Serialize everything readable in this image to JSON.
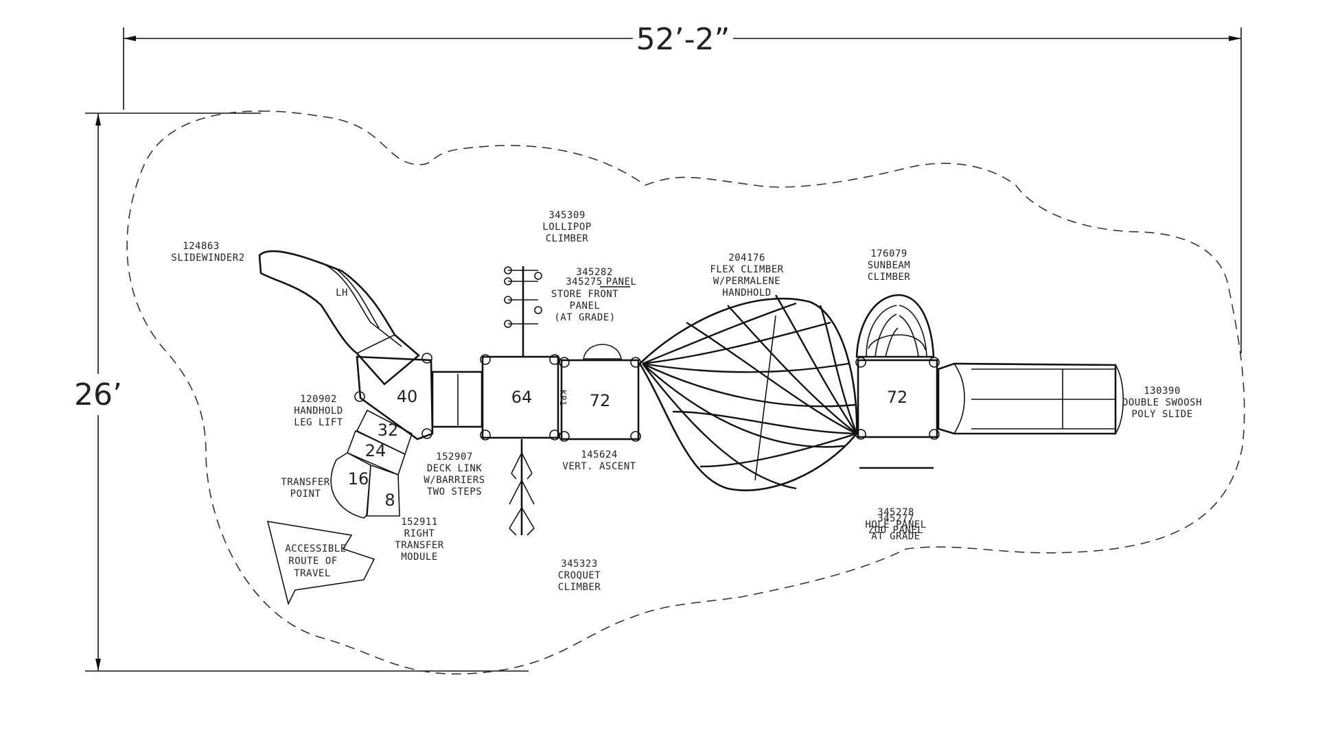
{
  "dimensions": {
    "width": "52’-2”",
    "height": "26’"
  },
  "components": [
    {
      "id": "124863",
      "name": "SLIDEWINDER2"
    },
    {
      "id": "345309",
      "name": "LOLLIPOP",
      "name2": "CLIMBER"
    },
    {
      "id": "345282",
      "name": "STORE FRONT",
      "name2": "PANEL",
      "name3": "(AT GRADE)"
    },
    {
      "id": "204176",
      "name": "FLEX CLIMBER",
      "name2": "W/PERMALENE",
      "name3": "HANDHOLD"
    },
    {
      "id": "176079",
      "name": "SUNBEAM",
      "name2": "CLIMBER"
    },
    {
      "id": "130390",
      "name": "DOUBLE SWOOSH",
      "name2": "POLY SLIDE"
    },
    {
      "id": "120902",
      "name": "HANDHOLD",
      "name2": "LEG LIFT"
    },
    {
      "id": "152907",
      "name": "DECK LINK",
      "name2": "W/BARRIERS",
      "name3": "TWO STEPS"
    },
    {
      "id": "145624",
      "name": "VERT. ASCENT"
    },
    {
      "id": "152911",
      "name": "RIGHT",
      "name2": "TRANSFER",
      "name3": "MODULE"
    },
    {
      "id": "345323",
      "name": "CROQUET",
      "name2": "CLIMBER"
    },
    {
      "id": "345278",
      "name": "HOLE PANEL",
      "name2": "AT GRADE"
    }
  ],
  "overlaps": {
    "a": "345275",
    "b": "PANEL",
    "c": "345277",
    "d": "ZOO PANEL"
  },
  "transfer_point": {
    "line1": "TRANSFER",
    "line2": "POINT"
  },
  "accessible_route": {
    "line1": "ACCESSIBLE",
    "line2": "ROUTE OF",
    "line3": "TRAVEL"
  },
  "decks": {
    "d40": "40",
    "d32": "32",
    "d24": "24",
    "d16": "16",
    "d8": "8",
    "d64": "64",
    "d72a": "72",
    "d72b": "72"
  },
  "small": {
    "lh": "LH",
    "kp1": "KP1"
  }
}
